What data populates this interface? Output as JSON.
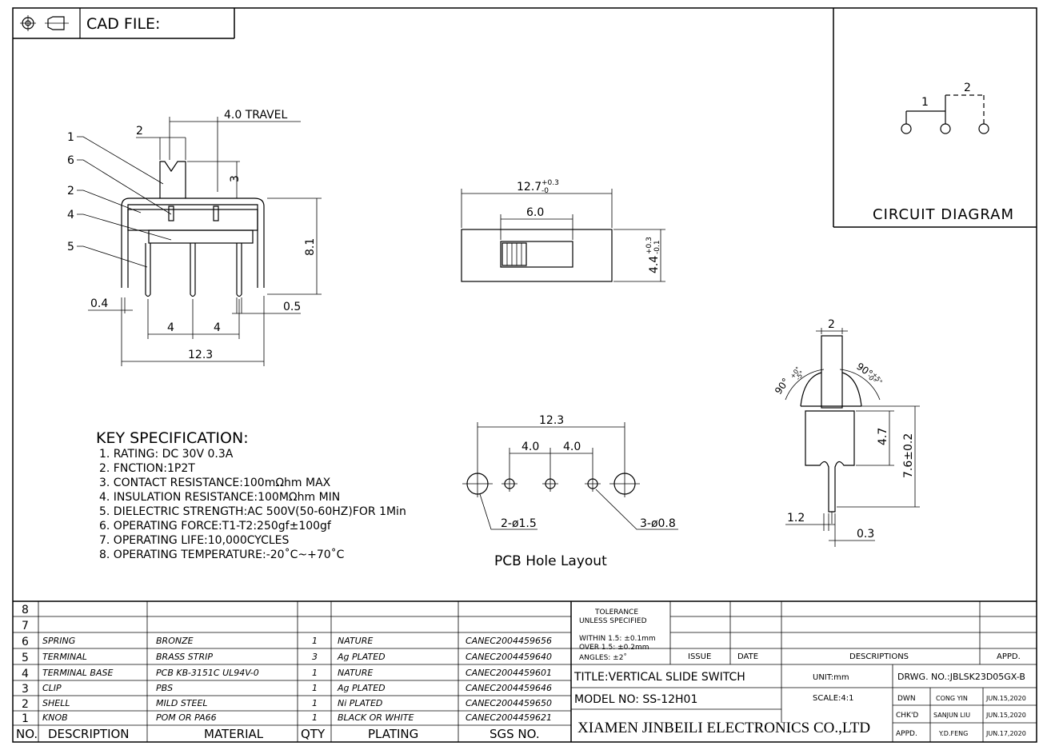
{
  "header": {
    "cad_label": "CAD FILE:",
    "projection_icon": "third-angle-projection-icon"
  },
  "circuit": {
    "title": "CIRCUIT DIAGRAM",
    "pin1": "1",
    "pin2": "2"
  },
  "side_view": {
    "callouts": [
      "1",
      "6",
      "2",
      "4",
      "5"
    ],
    "dim_knob": "2",
    "dim_travel": "4.0 TRAVEL",
    "dim_knob_height": "3",
    "dim_height": "8.1",
    "dim_pin_thk": "0.4",
    "dim_pin_thk2": "0.5",
    "dim_pitch1": "4",
    "dim_pitch2": "4",
    "dim_width": "12.3"
  },
  "top_view": {
    "dim_length": "12.7",
    "dim_length_tol_up": "+0.3",
    "dim_length_tol_dn": "-0",
    "dim_slot": "6.0",
    "dim_depth": "4.4",
    "dim_depth_tol_up": "+0.3",
    "dim_depth_tol_dn": "-0.1"
  },
  "end_view": {
    "dim_knob": "2",
    "angle_left": "90°",
    "angle_left_tol_up": "+0°",
    "angle_left_tol_dn": "-5°",
    "angle_right": "90°",
    "angle_right_tol_up": "+5°",
    "angle_right_tol_dn": "-0°",
    "dim_body": "4.7",
    "dim_overall": "7.6±0.2",
    "dim_pin_w": "1.2",
    "dim_pin_t": "0.3"
  },
  "pcb": {
    "dim_total": "12.3",
    "dim_pitch1": "4.0",
    "dim_pitch2": "4.0",
    "hole_big": "2-ø1.5",
    "hole_small": "3-ø0.8",
    "caption": "PCB Hole Layout"
  },
  "spec": {
    "title": "KEY SPECIFICATION:",
    "items": [
      "1. RATING: DC 30V   0.3A",
      "2. FNCTION:1P2T",
      "3. CONTACT RESISTANCE:100mΩhm MAX",
      "4. INSULATION RESISTANCE:100MΩhm MIN",
      "5. DIELECTRIC STRENGTH:AC 500V(50-60HZ)FOR 1Min",
      "6. OPERATING FORCE:T1-T2:250gf±100gf",
      "7. OPERATING LIFE:10,000CYCLES",
      "8. OPERATING TEMPERATURE:-20˚C~+70˚C"
    ]
  },
  "bom": {
    "headers": [
      "NO.",
      "DESCRIPTION",
      "MATERIAL",
      "QTY",
      "PLATING",
      "SGS NO."
    ],
    "rows": [
      {
        "no": "8",
        "desc": "",
        "mat": "",
        "qty": "",
        "plating": "",
        "sgs": ""
      },
      {
        "no": "7",
        "desc": "",
        "mat": "",
        "qty": "",
        "plating": "",
        "sgs": ""
      },
      {
        "no": "6",
        "desc": "SPRING",
        "mat": "BRONZE",
        "qty": "1",
        "plating": "NATURE",
        "sgs": "CANEC2004459656"
      },
      {
        "no": "5",
        "desc": "TERMINAL",
        "mat": "BRASS STRIP",
        "qty": "3",
        "plating": "Ag PLATED",
        "sgs": "CANEC2004459640"
      },
      {
        "no": "4",
        "desc": "TERMINAL BASE",
        "mat": "PCB KB-3151C UL94V-0",
        "qty": "1",
        "plating": "NATURE",
        "sgs": "CANEC2004459601"
      },
      {
        "no": "3",
        "desc": "CLIP",
        "mat": "PBS",
        "qty": "1",
        "plating": "Ag PLATED",
        "sgs": "CANEC2004459646"
      },
      {
        "no": "2",
        "desc": "SHELL",
        "mat": "MILD STEEL",
        "qty": "1",
        "plating": "Ni PLATED",
        "sgs": "CANEC2004459650"
      },
      {
        "no": "1",
        "desc": "KNOB",
        "mat": "POM OR PA66",
        "qty": "1",
        "plating": "BLACK OR WHITE",
        "sgs": "CANEC2004459621"
      }
    ]
  },
  "title_block": {
    "tol_title1": "TOLERANCE",
    "tol_title2": "UNLESS SPECIFIED",
    "tol_line1": "WITHIN 1.5: ±0.1mm",
    "tol_line2": "OVER 1.5:  ±0.2mm",
    "tol_line3": "ANGLES: ±2˚",
    "issue": "ISSUE",
    "date": "DATE",
    "descriptions": "DESCRIPTIONS",
    "appd": "APPD.",
    "title": "TITLE:VERTICAL SLIDE SWITCH",
    "unit": "UNIT:mm",
    "drwg_no": "DRWG. NO.:JBLSK23D05GX-B",
    "model": "MODEL NO: SS-12H01",
    "scale": "SCALE:4:1",
    "dwn": "DWN",
    "dwn_name": "CONG YIN",
    "dwn_date": "JUN.15,2020",
    "chkd": "CHK'D",
    "chkd_name": "SANJUN LIU",
    "chkd_date": "JUN.15,2020",
    "apd": "APPD.",
    "apd_name": "Y.D.FENG",
    "apd_date": "JUN.17,2020",
    "company": "XIAMEN JINBEILI ELECTRONICS CO.,LTD"
  }
}
